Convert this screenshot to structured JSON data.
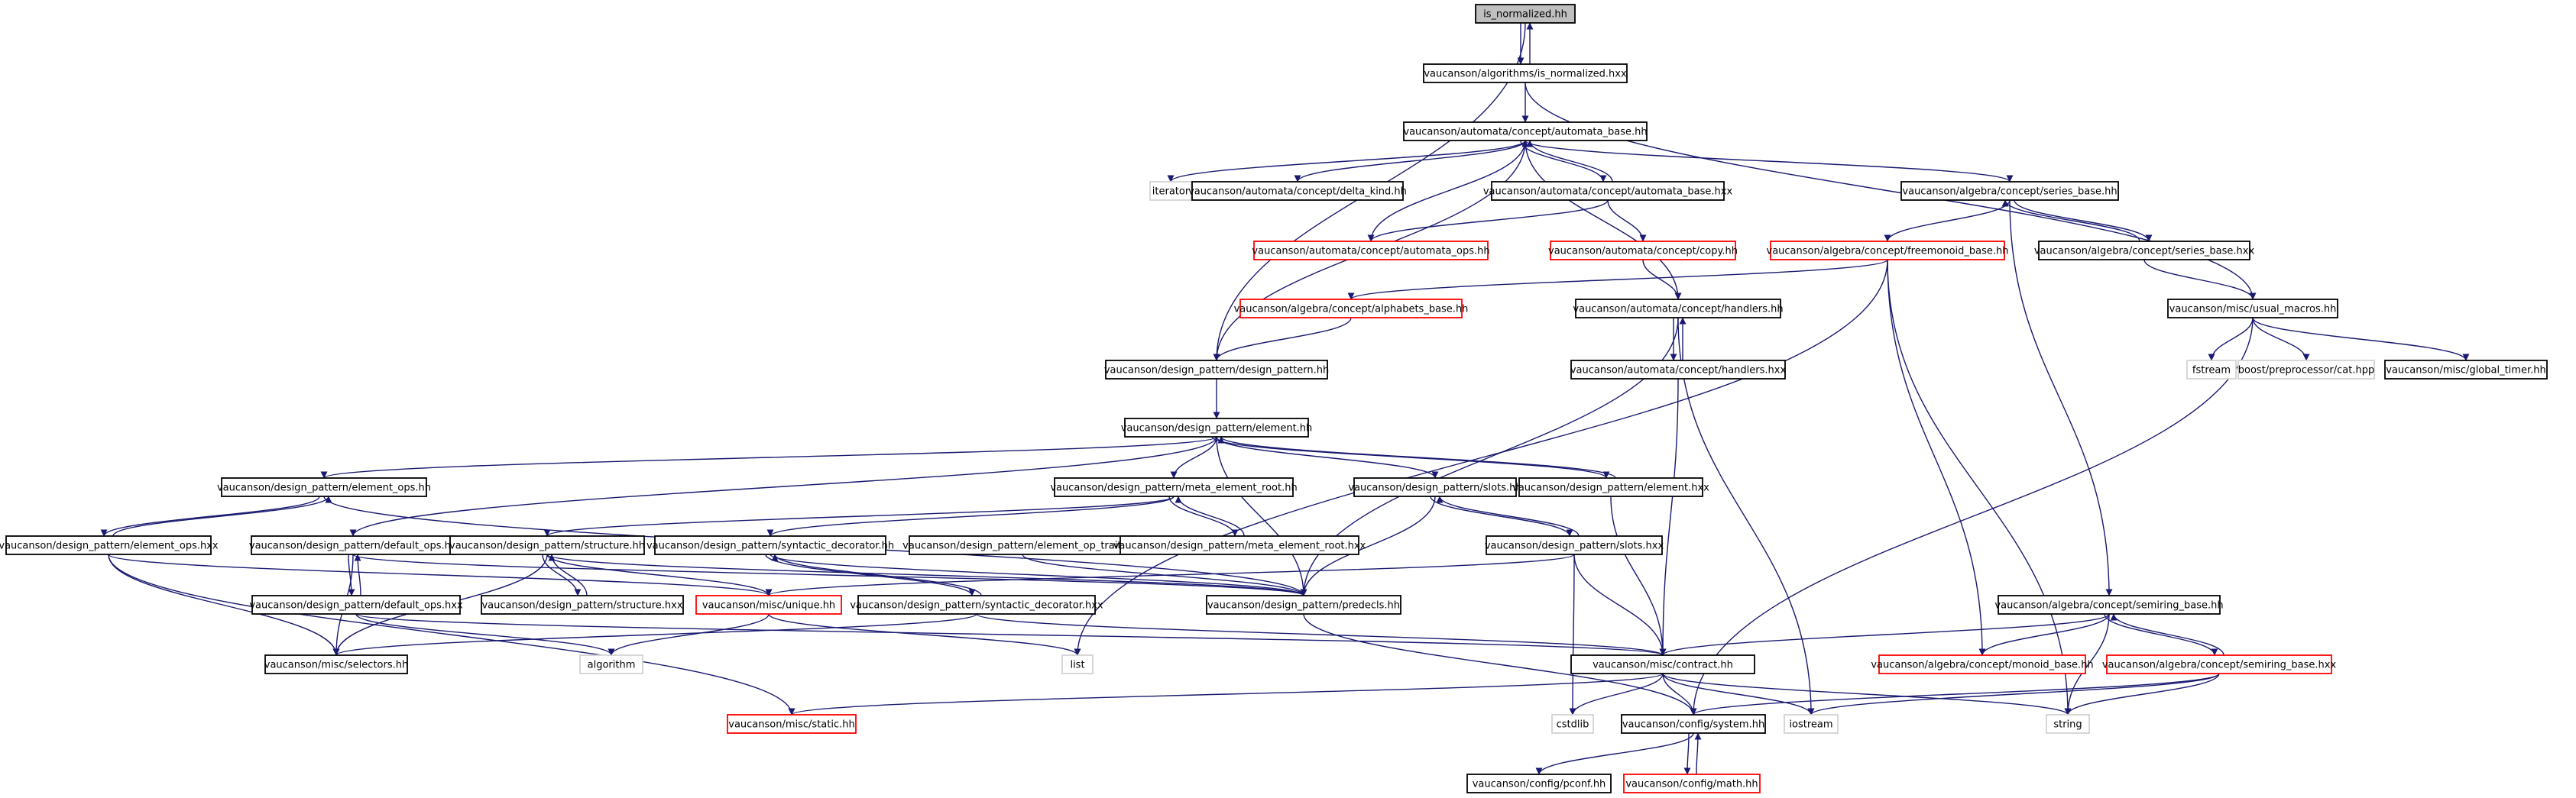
{
  "colors": {
    "edge": "#191970",
    "box_default": "#000000",
    "box_root": "#000000",
    "box_truncated": "#ff0000",
    "box_external": "#d3d3d3",
    "root_fill": "#bfbfbf",
    "text": "#000000"
  },
  "nodes": [
    {
      "id": "n0",
      "label": "is_normalized.hh",
      "kind": "root"
    },
    {
      "id": "n1",
      "label": "vaucanson/algorithms/is_normalized.hxx",
      "kind": "default"
    },
    {
      "id": "n2",
      "label": "vaucanson/automata/concept/automata_base.hh",
      "kind": "default"
    },
    {
      "id": "n3",
      "label": "iterator",
      "kind": "external"
    },
    {
      "id": "n4",
      "label": "vaucanson/automata/concept/delta_kind.hh",
      "kind": "default"
    },
    {
      "id": "n5",
      "label": "vaucanson/automata/concept/automata_base.hxx",
      "kind": "default"
    },
    {
      "id": "n6",
      "label": "vaucanson/algebra/concept/series_base.hh",
      "kind": "default"
    },
    {
      "id": "n7",
      "label": "vaucanson/automata/concept/automata_ops.hh",
      "kind": "truncated"
    },
    {
      "id": "n8",
      "label": "vaucanson/automata/concept/copy.hh",
      "kind": "truncated"
    },
    {
      "id": "n9",
      "label": "vaucanson/algebra/concept/freemonoid_base.hh",
      "kind": "truncated"
    },
    {
      "id": "n10",
      "label": "vaucanson/algebra/concept/series_base.hxx",
      "kind": "default"
    },
    {
      "id": "n11",
      "label": "vaucanson/algebra/concept/alphabets_base.hh",
      "kind": "truncated"
    },
    {
      "id": "n12",
      "label": "vaucanson/automata/concept/handlers.hh",
      "kind": "default"
    },
    {
      "id": "n13",
      "label": "vaucanson/misc/usual_macros.hh",
      "kind": "default"
    },
    {
      "id": "n14",
      "label": "vaucanson/automata/concept/handlers.hxx",
      "kind": "default"
    },
    {
      "id": "n15",
      "label": "fstream",
      "kind": "external"
    },
    {
      "id": "n16",
      "label": "boost/preprocessor/cat.hpp",
      "kind": "external"
    },
    {
      "id": "n17",
      "label": "vaucanson/misc/global_timer.hh",
      "kind": "default"
    },
    {
      "id": "n18",
      "label": "vaucanson/design_pattern/design_pattern.hh",
      "kind": "default"
    },
    {
      "id": "n19",
      "label": "vaucanson/design_pattern/element.hh",
      "kind": "default"
    },
    {
      "id": "n20",
      "label": "vaucanson/design_pattern/element_ops.hh",
      "kind": "default"
    },
    {
      "id": "n21",
      "label": "vaucanson/design_pattern/meta_element_root.hh",
      "kind": "default"
    },
    {
      "id": "n22",
      "label": "vaucanson/design_pattern/slots.hh",
      "kind": "default"
    },
    {
      "id": "n23",
      "label": "vaucanson/design_pattern/element.hxx",
      "kind": "default"
    },
    {
      "id": "n24",
      "label": "vaucanson/design_pattern/element_ops.hxx",
      "kind": "default"
    },
    {
      "id": "n25",
      "label": "vaucanson/design_pattern/default_ops.hh",
      "kind": "default"
    },
    {
      "id": "n26",
      "label": "vaucanson/design_pattern/structure.hh",
      "kind": "default"
    },
    {
      "id": "n27",
      "label": "vaucanson/design_pattern/syntactic_decorator.hh",
      "kind": "default"
    },
    {
      "id": "n28",
      "label": "vaucanson/design_pattern/element_op_traits.hh",
      "kind": "default"
    },
    {
      "id": "n29",
      "label": "vaucanson/design_pattern/meta_element_root.hxx",
      "kind": "default"
    },
    {
      "id": "n30",
      "label": "vaucanson/design_pattern/slots.hxx",
      "kind": "default"
    },
    {
      "id": "n31",
      "label": "vaucanson/design_pattern/default_ops.hxx",
      "kind": "default"
    },
    {
      "id": "n32",
      "label": "vaucanson/design_pattern/structure.hxx",
      "kind": "default"
    },
    {
      "id": "n33",
      "label": "vaucanson/misc/unique.hh",
      "kind": "truncated"
    },
    {
      "id": "n34",
      "label": "vaucanson/design_pattern/syntactic_decorator.hxx",
      "kind": "default"
    },
    {
      "id": "n35",
      "label": "vaucanson/design_pattern/predecls.hh",
      "kind": "default"
    },
    {
      "id": "n36",
      "label": "vaucanson/algebra/concept/semiring_base.hh",
      "kind": "default"
    },
    {
      "id": "n37",
      "label": "vaucanson/misc/selectors.hh",
      "kind": "default"
    },
    {
      "id": "n38",
      "label": "algorithm",
      "kind": "external"
    },
    {
      "id": "n39",
      "label": "list",
      "kind": "external"
    },
    {
      "id": "n40",
      "label": "vaucanson/misc/contract.hh",
      "kind": "default"
    },
    {
      "id": "n41",
      "label": "vaucanson/algebra/concept/monoid_base.hh",
      "kind": "truncated"
    },
    {
      "id": "n42",
      "label": "vaucanson/algebra/concept/semiring_base.hxx",
      "kind": "truncated"
    },
    {
      "id": "n43",
      "label": "vaucanson/misc/static.hh",
      "kind": "truncated"
    },
    {
      "id": "n44",
      "label": "cstdlib",
      "kind": "external"
    },
    {
      "id": "n45",
      "label": "vaucanson/config/system.hh",
      "kind": "default"
    },
    {
      "id": "n46",
      "label": "iostream",
      "kind": "external"
    },
    {
      "id": "n47",
      "label": "string",
      "kind": "external"
    },
    {
      "id": "n48",
      "label": "vaucanson/config/pconf.hh",
      "kind": "default"
    },
    {
      "id": "n49",
      "label": "vaucanson/config/math.hh",
      "kind": "truncated"
    }
  ],
  "edges": [
    [
      "n0",
      "n1"
    ],
    [
      "n1",
      "n0"
    ],
    [
      "n0",
      "n18"
    ],
    [
      "n1",
      "n2"
    ],
    [
      "n1",
      "n13"
    ],
    [
      "n2",
      "n3"
    ],
    [
      "n2",
      "n4"
    ],
    [
      "n2",
      "n5"
    ],
    [
      "n5",
      "n2"
    ],
    [
      "n2",
      "n6"
    ],
    [
      "n2",
      "n12"
    ],
    [
      "n2",
      "n18"
    ],
    [
      "n5",
      "n7"
    ],
    [
      "n7",
      "n2"
    ],
    [
      "n5",
      "n8"
    ],
    [
      "n8",
      "n12"
    ],
    [
      "n6",
      "n9"
    ],
    [
      "n6",
      "n10"
    ],
    [
      "n10",
      "n6"
    ],
    [
      "n6",
      "n36"
    ],
    [
      "n9",
      "n11"
    ],
    [
      "n9",
      "n39"
    ],
    [
      "n9",
      "n41"
    ],
    [
      "n9",
      "n47"
    ],
    [
      "n10",
      "n13"
    ],
    [
      "n11",
      "n18"
    ],
    [
      "n12",
      "n14"
    ],
    [
      "n14",
      "n12"
    ],
    [
      "n12",
      "n46"
    ],
    [
      "n12",
      "n35"
    ],
    [
      "n14",
      "n40"
    ],
    [
      "n13",
      "n15"
    ],
    [
      "n13",
      "n16"
    ],
    [
      "n13",
      "n17"
    ],
    [
      "n13",
      "n45"
    ],
    [
      "n18",
      "n19"
    ],
    [
      "n19",
      "n20"
    ],
    [
      "n19",
      "n21"
    ],
    [
      "n19",
      "n22"
    ],
    [
      "n19",
      "n23"
    ],
    [
      "n23",
      "n19"
    ],
    [
      "n19",
      "n25"
    ],
    [
      "n19",
      "n35"
    ],
    [
      "n20",
      "n24"
    ],
    [
      "n24",
      "n20"
    ],
    [
      "n20",
      "n35"
    ],
    [
      "n21",
      "n26"
    ],
    [
      "n21",
      "n27"
    ],
    [
      "n21",
      "n29"
    ],
    [
      "n29",
      "n21"
    ],
    [
      "n22",
      "n30"
    ],
    [
      "n30",
      "n22"
    ],
    [
      "n22",
      "n35"
    ],
    [
      "n23",
      "n40"
    ],
    [
      "n24",
      "n37"
    ],
    [
      "n24",
      "n43"
    ],
    [
      "n24",
      "n33"
    ],
    [
      "n25",
      "n31"
    ],
    [
      "n31",
      "n25"
    ],
    [
      "n25",
      "n35"
    ],
    [
      "n25",
      "n37"
    ],
    [
      "n26",
      "n32"
    ],
    [
      "n32",
      "n26"
    ],
    [
      "n26",
      "n33"
    ],
    [
      "n26",
      "n37"
    ],
    [
      "n26",
      "n35"
    ],
    [
      "n27",
      "n34"
    ],
    [
      "n34",
      "n27"
    ],
    [
      "n27",
      "n35"
    ],
    [
      "n28",
      "n35"
    ],
    [
      "n30",
      "n33"
    ],
    [
      "n30",
      "n40"
    ],
    [
      "n30",
      "n44"
    ],
    [
      "n31",
      "n38"
    ],
    [
      "n31",
      "n40"
    ],
    [
      "n33",
      "n39"
    ],
    [
      "n33",
      "n38"
    ],
    [
      "n34",
      "n37"
    ],
    [
      "n34",
      "n40"
    ],
    [
      "n35",
      "n45"
    ],
    [
      "n36",
      "n40"
    ],
    [
      "n36",
      "n41"
    ],
    [
      "n36",
      "n42"
    ],
    [
      "n42",
      "n36"
    ],
    [
      "n36",
      "n47"
    ],
    [
      "n42",
      "n45"
    ],
    [
      "n42",
      "n46"
    ],
    [
      "n42",
      "n47"
    ],
    [
      "n40",
      "n43"
    ],
    [
      "n40",
      "n44"
    ],
    [
      "n40",
      "n45"
    ],
    [
      "n40",
      "n46"
    ],
    [
      "n40",
      "n47"
    ],
    [
      "n45",
      "n48"
    ],
    [
      "n45",
      "n49"
    ],
    [
      "n49",
      "n45"
    ]
  ]
}
